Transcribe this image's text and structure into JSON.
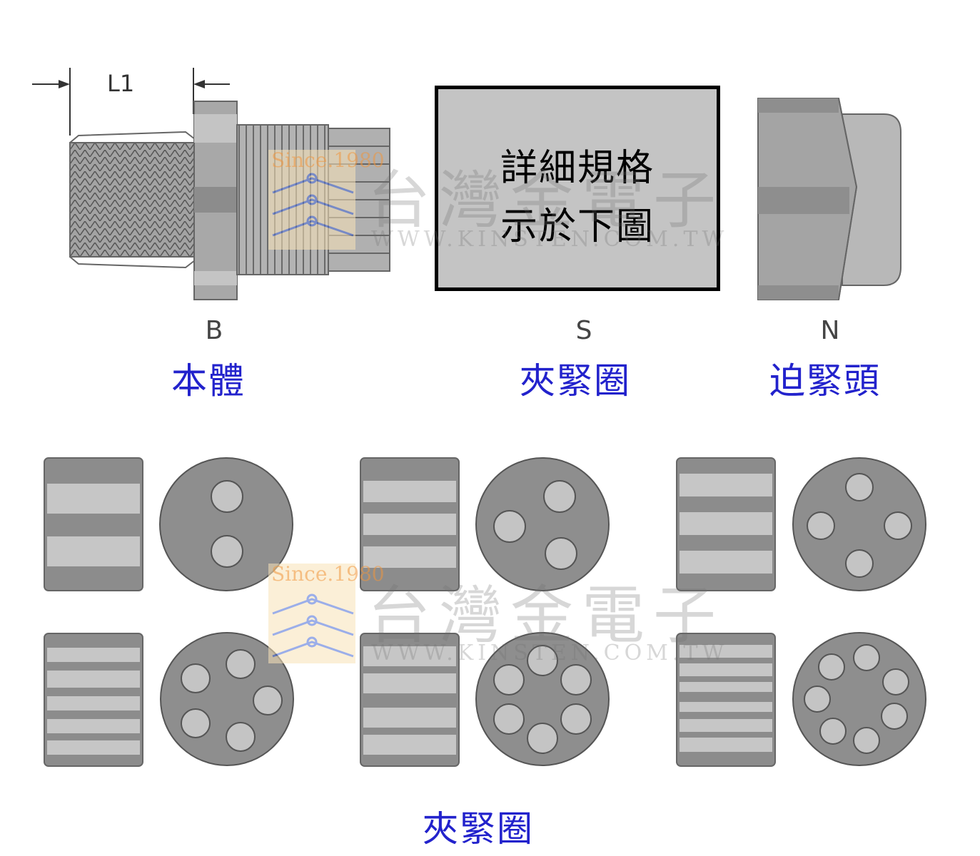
{
  "dimension_label": "L1",
  "parts": [
    {
      "code": "B",
      "name": "本體"
    },
    {
      "code": "S",
      "name": "夾緊圈"
    },
    {
      "code": "N",
      "name": "迫緊頭"
    }
  ],
  "note": {
    "line1": "詳細規格",
    "line2": "示於下圖"
  },
  "seal_section_title": "夾緊圈",
  "seal_hole_counts": [
    2,
    3,
    4,
    5,
    6,
    7
  ],
  "watermark": {
    "since": "Since.1980",
    "name": "台灣金電子",
    "url": "WWW.KINSTEN.COM.TW"
  },
  "colors": {
    "part_fill": "#9c9c9c",
    "part_light": "#bdbdbd",
    "part_dark": "#6a6a6a",
    "label_blue": "#2222cc"
  }
}
